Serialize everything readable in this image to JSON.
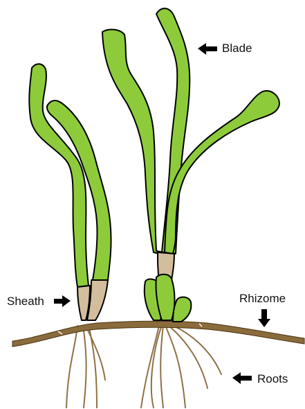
{
  "labels": {
    "blade": "Blade",
    "sheath": "Sheath",
    "rhizome": "Rhizome",
    "roots": "Roots"
  },
  "colors": {
    "leaf": "#8DCB3A",
    "outline": "#000000",
    "sheath": "#D2BE9C",
    "rhizome": "#8A6B3C",
    "root": "#8E7044",
    "arrow": "#000000"
  }
}
